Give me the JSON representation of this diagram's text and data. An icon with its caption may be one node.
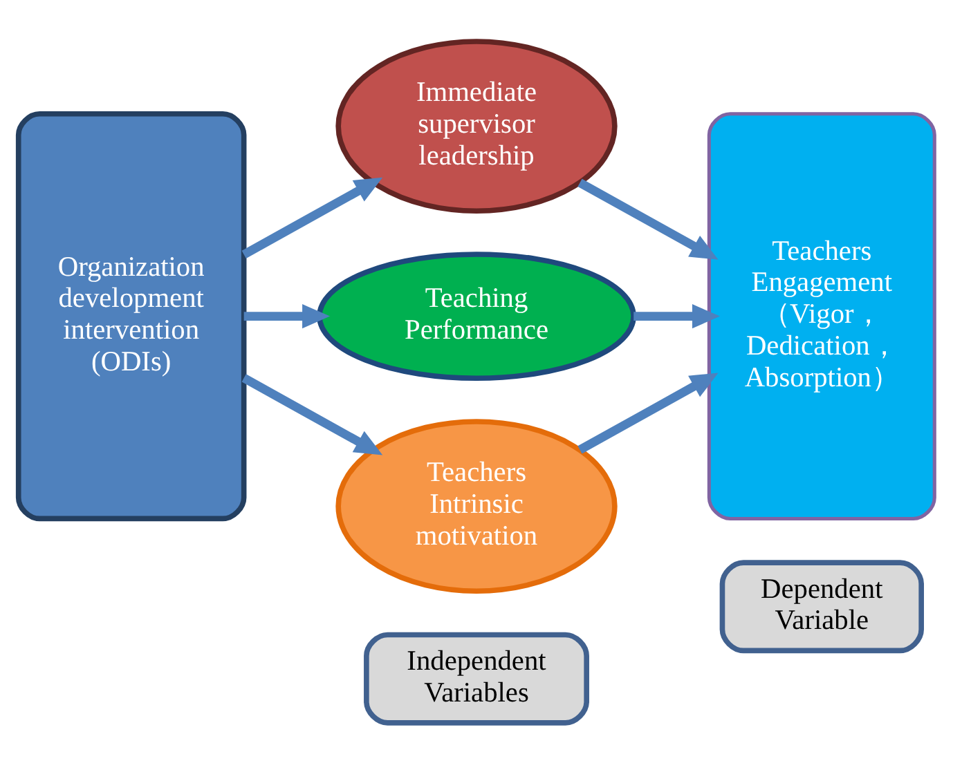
{
  "diagram": {
    "nodes": [
      {
        "text": [
          "Independent Variables"
        ]
      },
      {
        "text": [
          "Dependent Variable"
        ]
      },
      {
        "text": [
          "Organization development intervention (ODIs)"
        ]
      },
      {
        "text": [
          "Immediate supervisor leadership"
        ]
      },
      {
        "text": [
          "Teaching Performance"
        ]
      },
      {
        "text": [
          "Teachers Intrinsic motivation"
        ]
      },
      {
        "text": [
          "Teachers Engagement （Vigor， Dedication， Absorption）"
        ]
      }
    ],
    "edges": [
      {
        "from": 2,
        "to": 3,
        "arrow": "to"
      },
      {
        "from": 2,
        "to": 4,
        "arrow": "to"
      },
      {
        "from": 2,
        "to": 5,
        "arrow": "to"
      },
      {
        "from": 3,
        "to": 6,
        "arrow": "to"
      },
      {
        "from": 4,
        "to": 6,
        "arrow": "to"
      },
      {
        "from": 5,
        "to": 6,
        "arrow": "to"
      }
    ]
  }
}
